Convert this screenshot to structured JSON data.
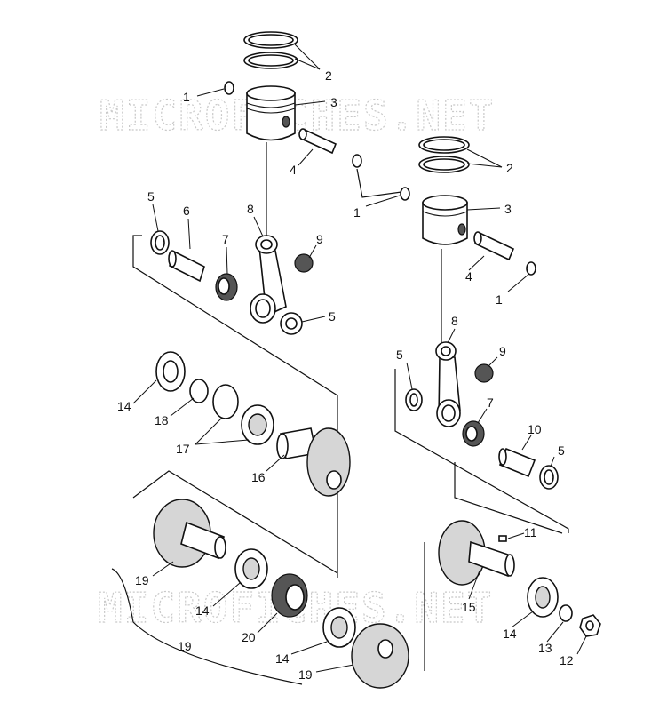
{
  "watermark": "MICROFICHES.NET",
  "callouts": {
    "c1a": "1",
    "c2a": "2",
    "c3a": "3",
    "c4a": "4",
    "c1b": "1",
    "c2b": "2",
    "c3b": "3",
    "c1c": "1",
    "c4b": "4",
    "c5a": "5",
    "c6": "6",
    "c7a": "7",
    "c8a": "8",
    "c9a": "9",
    "c5b": "5",
    "c5c": "5",
    "c8b": "8",
    "c9b": "9",
    "c7b": "7",
    "c10": "10",
    "c5d": "5",
    "c14a": "14",
    "c18": "18",
    "c17": "17",
    "c16": "16",
    "c19a": "19",
    "c14b": "14",
    "c20": "20",
    "c14c": "14",
    "c19b": "19",
    "c19c": "19",
    "c11": "11",
    "c15": "15",
    "c14d": "14",
    "c13": "13",
    "c12": "12"
  }
}
